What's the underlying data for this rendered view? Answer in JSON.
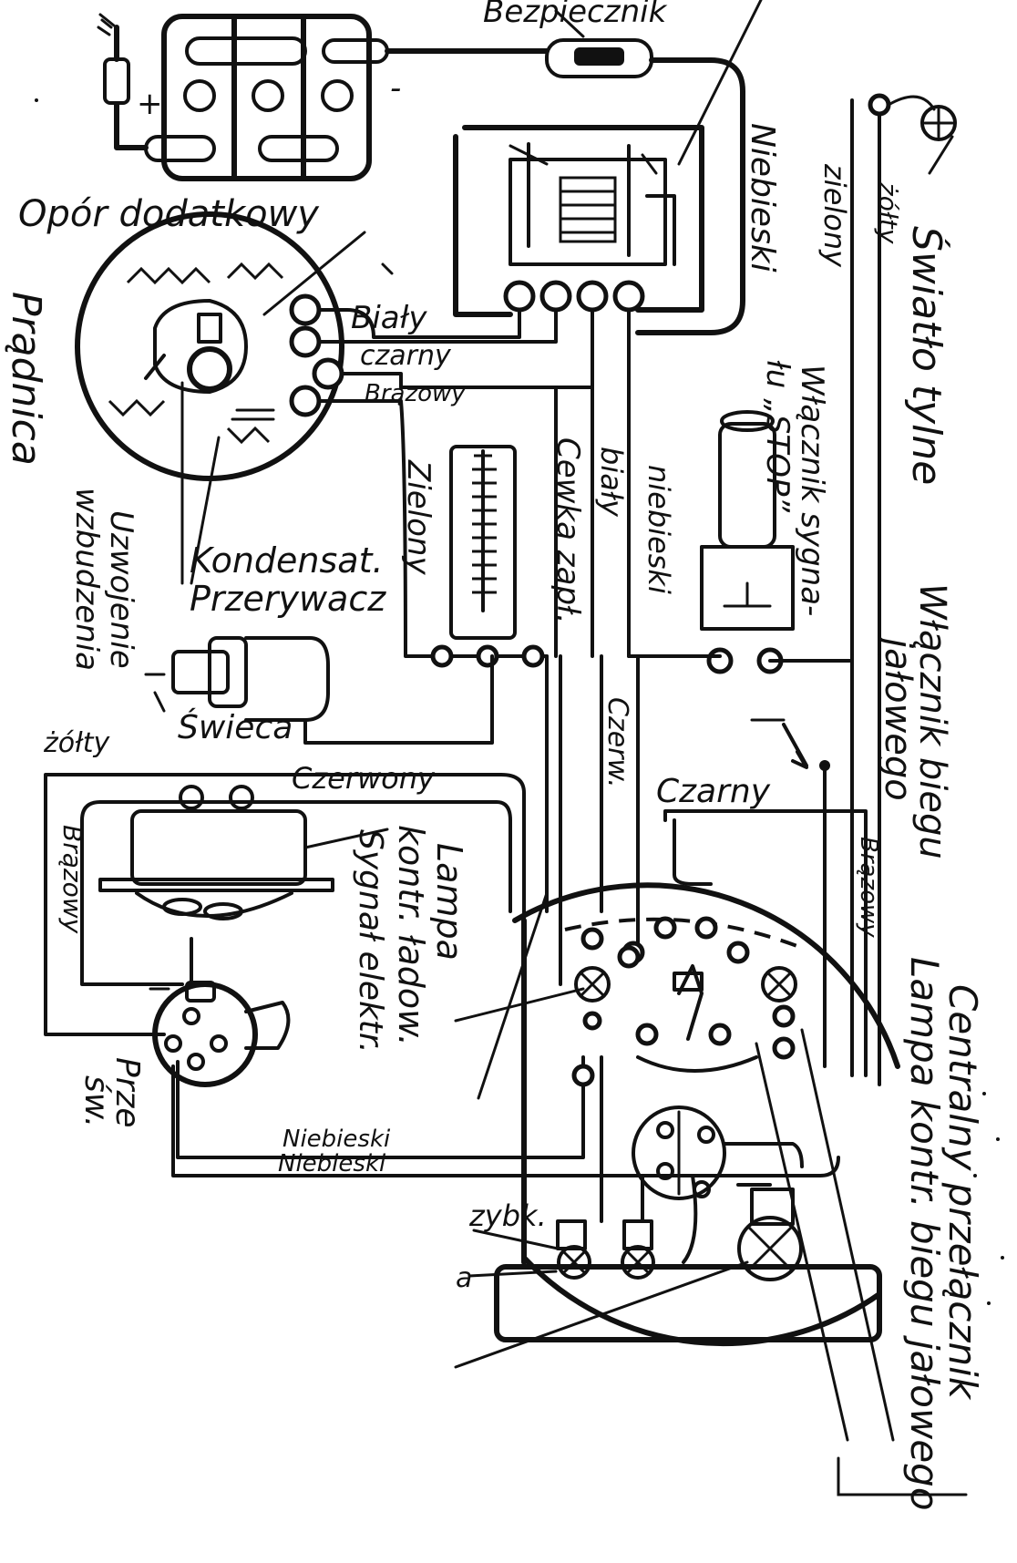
{
  "labels": {
    "bezpiecznik": "Bezpiecznik",
    "opor_dodatkowy": "Opór dodatkowy",
    "pradnica": "Prądnica",
    "bialy": "Biały",
    "czarny": "czarny",
    "brazowy": "Brązowy",
    "zielony_coil": "Zielony",
    "cewka_zapl": "Cewka zapł.",
    "bialy_vertical": "biały",
    "niebieski_vertical": "niebieski",
    "niebieski_top": "Niebieski",
    "zielony_right": "zielony",
    "zolty_right": "żółty",
    "swiatlo_tylne": "Światło tylne",
    "wlacznik_sygnalu_l1": "Włącznik sygna-",
    "wlacznik_sygnalu_l2": "łu „STOP”",
    "wlacznik_biegu_l1": "Włącznik biegu",
    "wlacznik_biegu_l2": "jałowego",
    "uzwojenie_l1": "Uzwojenie",
    "uzwojenie_l2": "wzbudzenia",
    "kondensat": "Kondensat.",
    "przerywacz": "Przerywacz",
    "swieca": "Świeca",
    "zolty_left": "żółty",
    "czerwony": "Czerwony",
    "czerw": "Czerw.",
    "czarny_mid": "Czarny",
    "brazowy_left": "Brązowy",
    "lampa_l1": "Lampa",
    "lampa_l2": "kontr. ładow.",
    "sygnal_elektr": "Sygnał elektr.",
    "brazowy_right": "Brązowy",
    "centralny_przelacznik": "Centralny przełącznik",
    "lampa_kontr_biegu": "Lampa kontr. biegu jałowego",
    "prze_l1": "Prze",
    "prze_l2": "św.",
    "niebieski_bottom1": "Niebieski",
    "niebieski_bottom2": "Niebieski",
    "zybk": "zybk.",
    "a_label": "a",
    "plus": "+",
    "minus": "-"
  }
}
